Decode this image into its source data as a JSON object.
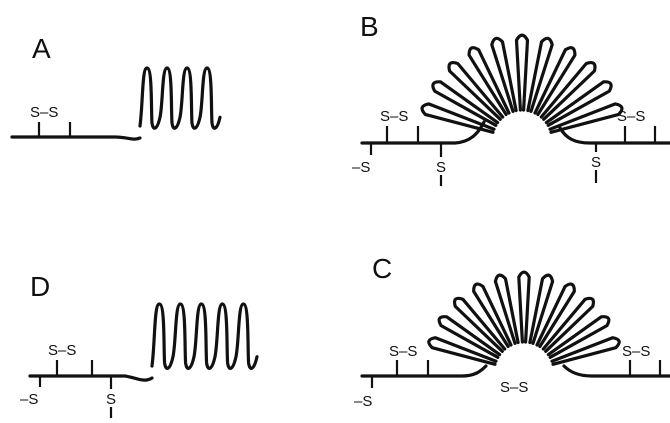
{
  "figure": {
    "panels": [
      {
        "letter": "A",
        "disulfide_label": "S–S",
        "free_thiols": []
      },
      {
        "letter": "B",
        "disulfide_label_left": "S–S",
        "disulfide_label_right": "S–S",
        "thiol_left_label": "–S",
        "thiol_mid_label": "S",
        "thiol_right_label": "S"
      },
      {
        "letter": "D",
        "disulfide_label": "S–S",
        "thiol_left_label": "–S",
        "thiol_mid_label": "S"
      },
      {
        "letter": "C",
        "disulfide_label_left": "S–S",
        "disulfide_label_right": "S–S",
        "loop_disulfide_label": "S–S",
        "thiol_left_label": "–S"
      }
    ]
  }
}
